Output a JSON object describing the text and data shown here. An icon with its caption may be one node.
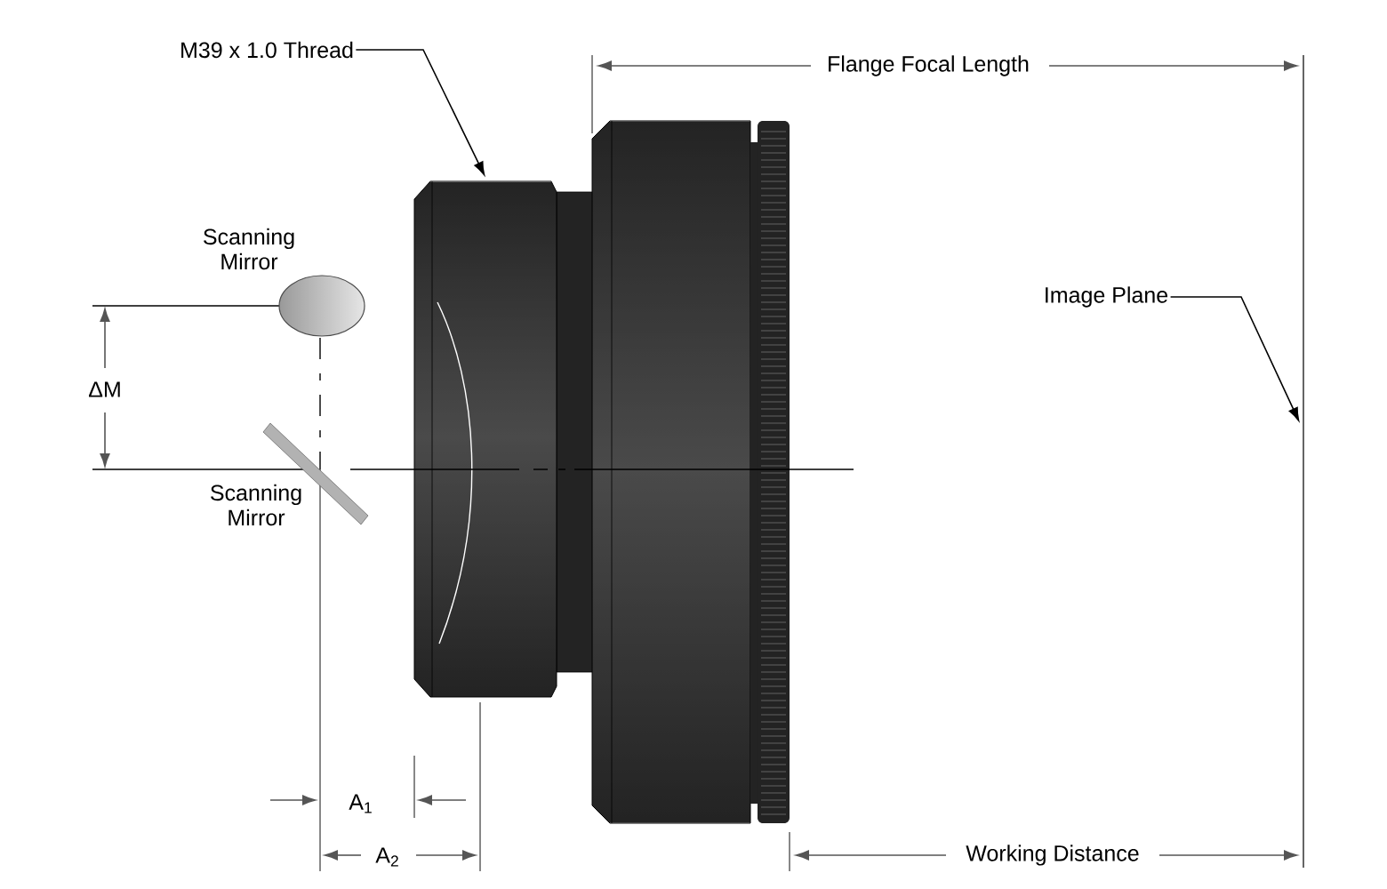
{
  "diagram": {
    "nodes": [
      {
        "text": [
          "M39 x 1.0 Thread"
        ]
      },
      {
        "text": [],
        "shape": "picture"
      },
      {
        "text": [
          "Image Plane"
        ]
      }
    ],
    "edges": [
      {
        "from": 0,
        "to": 1,
        "arrow": "to"
      },
      {
        "from": 2,
        "to": null,
        "arrow": "to"
      }
    ],
    "labels": [
      "Flange Focal Length",
      "Scanning Mirror",
      "ΔM",
      "Scanning Mirror",
      "A$_{1}$",
      "A$_{2}$",
      "Working Distance"
    ]
  }
}
